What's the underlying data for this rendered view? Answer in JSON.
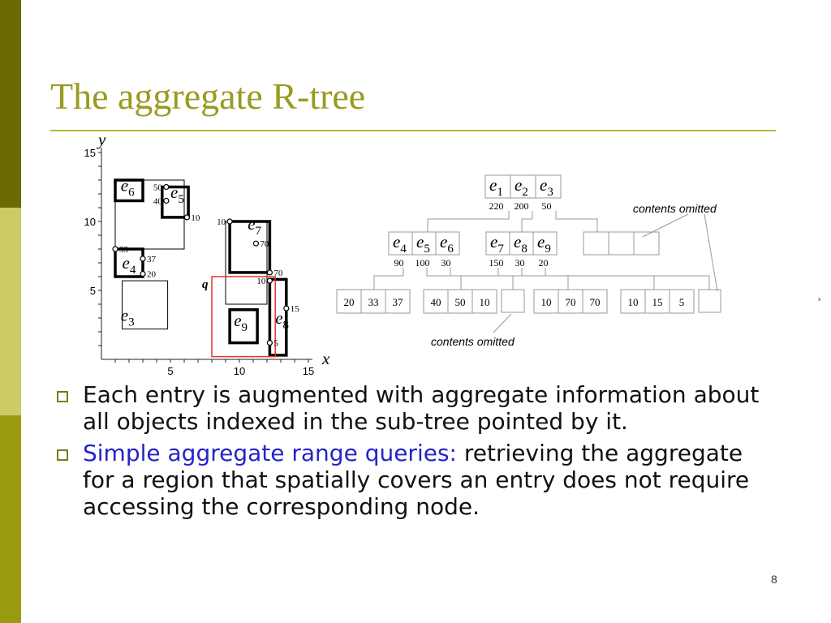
{
  "slide": {
    "title": "The aggregate R-tree",
    "page_number": "8",
    "colors": {
      "title": "#9a9a22",
      "rule": "#b8b83a",
      "highlight": "#2424c8",
      "query_box": "#e8322a",
      "strip_top": "#6b6b05",
      "strip_mid": "#cccc66",
      "strip_bottom": "#9a9a10"
    }
  },
  "plot": {
    "x_axis_label": "x",
    "y_axis_label": "y",
    "x_ticks": [
      "5",
      "10",
      "15"
    ],
    "y_ticks": [
      "5",
      "10",
      "15"
    ],
    "x_range": [
      0,
      15
    ],
    "y_range": [
      0,
      15
    ],
    "query_label": "q",
    "rects": [
      {
        "id": "e1",
        "bold": false,
        "x1": 1,
        "y1": 8,
        "x2": 6,
        "y2": 13
      },
      {
        "id": "e2",
        "bold": false,
        "x1": 9,
        "y1": 4,
        "x2": 12,
        "y2": 10
      },
      {
        "id": "e3",
        "bold": false,
        "x1": 1.5,
        "y1": 2.2,
        "x2": 4.8,
        "y2": 5.7
      },
      {
        "id": "e4",
        "bold": true,
        "x1": 1,
        "y1": 6,
        "x2": 3,
        "y2": 8
      },
      {
        "id": "e5",
        "bold": true,
        "x1": 4.4,
        "y1": 10.3,
        "x2": 6.3,
        "y2": 12.5
      },
      {
        "id": "e6",
        "bold": true,
        "x1": 1,
        "y1": 11.5,
        "x2": 3,
        "y2": 13
      },
      {
        "id": "e7",
        "bold": true,
        "x1": 9.3,
        "y1": 6.3,
        "x2": 12.2,
        "y2": 10
      },
      {
        "id": "e8",
        "bold": true,
        "x1": 12.2,
        "y1": 0.3,
        "x2": 13.4,
        "y2": 5.8
      },
      {
        "id": "e9",
        "bold": true,
        "x1": 9.3,
        "y1": 1.2,
        "x2": 11.3,
        "y2": 3.6
      }
    ],
    "rect_labels": [
      {
        "name": "e",
        "sub": "6",
        "x": 1.4,
        "y": 12.2
      },
      {
        "name": "e",
        "sub": "5",
        "x": 5.0,
        "y": 11.7
      },
      {
        "name": "e",
        "sub": "4",
        "x": 1.5,
        "y": 6.6
      },
      {
        "name": "e",
        "sub": "3",
        "x": 1.4,
        "y": 2.8
      },
      {
        "name": "e",
        "sub": "7",
        "x": 10.6,
        "y": 9.4
      },
      {
        "name": "e",
        "sub": "9",
        "x": 9.6,
        "y": 2.4
      },
      {
        "name": "e",
        "sub": "8",
        "x": 12.6,
        "y": 2.6
      }
    ],
    "points": [
      {
        "x": 1,
        "y": 8,
        "value": "33"
      },
      {
        "x": 3,
        "y": 7.3,
        "value": "37"
      },
      {
        "x": 3,
        "y": 6.2,
        "value": "20"
      },
      {
        "x": 4.7,
        "y": 12.5,
        "value": "50"
      },
      {
        "x": 4.7,
        "y": 11.5,
        "value": "40"
      },
      {
        "x": 6.2,
        "y": 10.3,
        "value": "10"
      },
      {
        "x": 9.3,
        "y": 10,
        "value": "10"
      },
      {
        "x": 11.2,
        "y": 8.4,
        "value": "70"
      },
      {
        "x": 12.2,
        "y": 6.3,
        "value": "70"
      },
      {
        "x": 12.2,
        "y": 5.7,
        "value": "10"
      },
      {
        "x": 13.4,
        "y": 3.7,
        "value": "15"
      },
      {
        "x": 12.2,
        "y": 1.2,
        "value": "5"
      }
    ],
    "query_rect": {
      "x1": 8,
      "y1": 0.2,
      "x2": 12.6,
      "y2": 6
    }
  },
  "tree": {
    "root": {
      "entries": [
        {
          "name": "e",
          "sub": "1",
          "agg": "220"
        },
        {
          "name": "e",
          "sub": "2",
          "agg": "200"
        },
        {
          "name": "e",
          "sub": "3",
          "agg": "50"
        }
      ]
    },
    "level1": [
      {
        "entries": [
          {
            "name": "e",
            "sub": "4",
            "agg": "90"
          },
          {
            "name": "e",
            "sub": "5",
            "agg": "100"
          },
          {
            "name": "e",
            "sub": "6",
            "agg": "30"
          }
        ]
      },
      {
        "entries": [
          {
            "name": "e",
            "sub": "7",
            "agg": "150"
          },
          {
            "name": "e",
            "sub": "8",
            "agg": "30"
          },
          {
            "name": "e",
            "sub": "9",
            "agg": "20"
          }
        ]
      }
    ],
    "leaves": [
      {
        "cells": [
          "20",
          "33",
          "37"
        ]
      },
      {
        "cells": [
          "40",
          "50",
          "10"
        ]
      },
      {
        "cells": [
          "10",
          "70",
          "70"
        ]
      },
      {
        "cells": [
          "10",
          "15",
          "5"
        ]
      }
    ],
    "omitted_top": "contents omitted",
    "omitted_bottom": "contents omitted",
    "stray_mark": "x"
  },
  "bullets": [
    {
      "highlight": "",
      "text": "Each entry is augmented with aggregate information about all objects indexed in the sub-tree pointed by it."
    },
    {
      "highlight": "Simple aggregate range queries:",
      "text": " retrieving the aggregate for a region that spatially covers an entry does not require accessing the corresponding node."
    }
  ]
}
